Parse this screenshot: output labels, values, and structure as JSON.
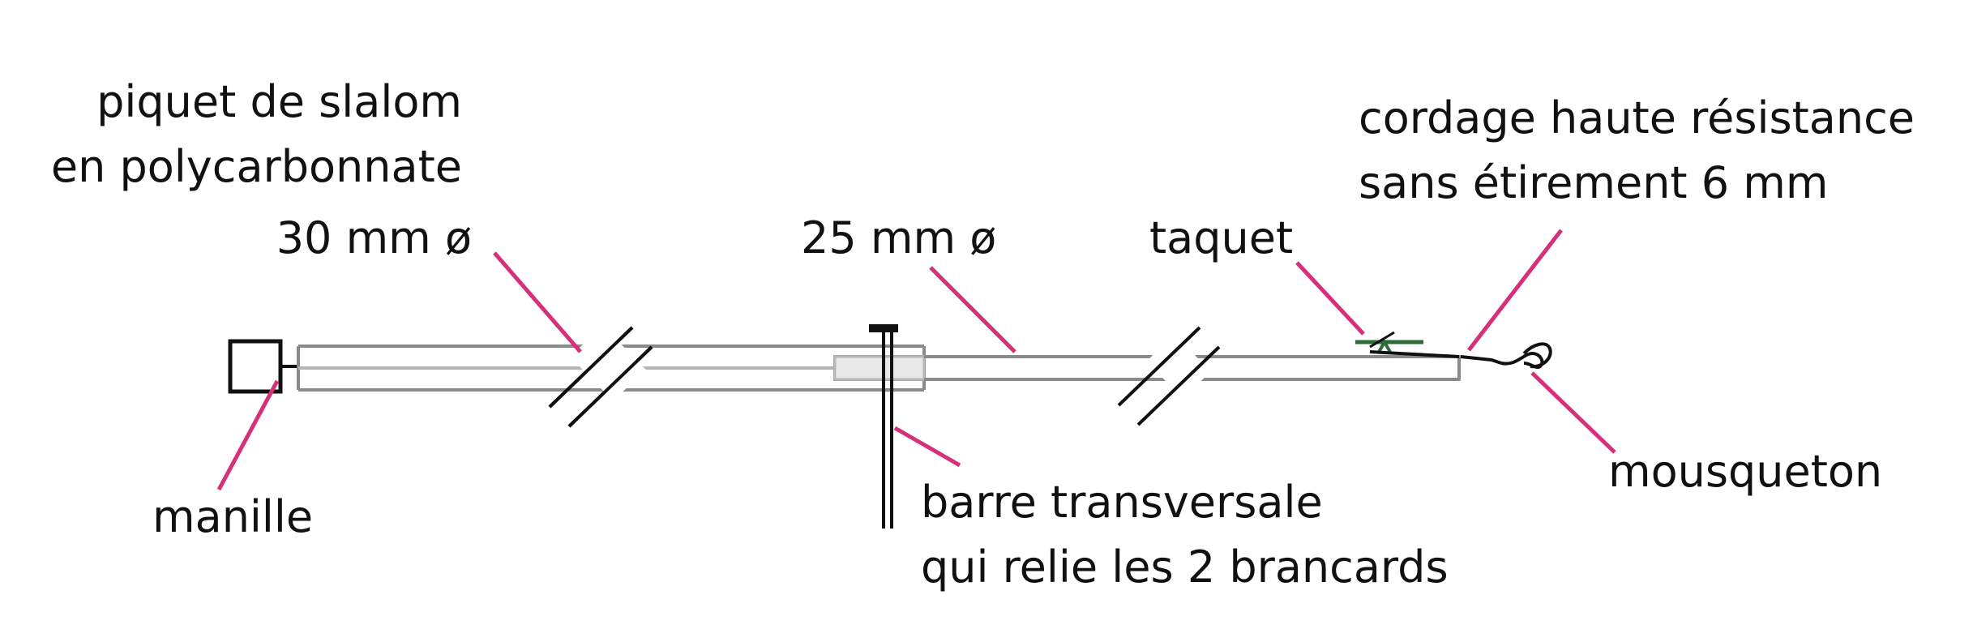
{
  "labels": {
    "piquet": [
      "piquet de slalom",
      "en polycarbonnate"
    ],
    "diam30": "30 mm ø",
    "diam25": "25 mm ø",
    "taquet": "taquet",
    "cordage": [
      "cordage haute résistance",
      "sans étirement 6 mm"
    ],
    "manille": "manille",
    "barre": [
      "barre transversale",
      "qui relie les 2 brancards"
    ],
    "mousqueton": "mousqueton"
  },
  "colors": {
    "leader": "#d6307a",
    "tube": "#8a8a8a",
    "line": "#111111",
    "taquet": "#2e6b3a"
  }
}
